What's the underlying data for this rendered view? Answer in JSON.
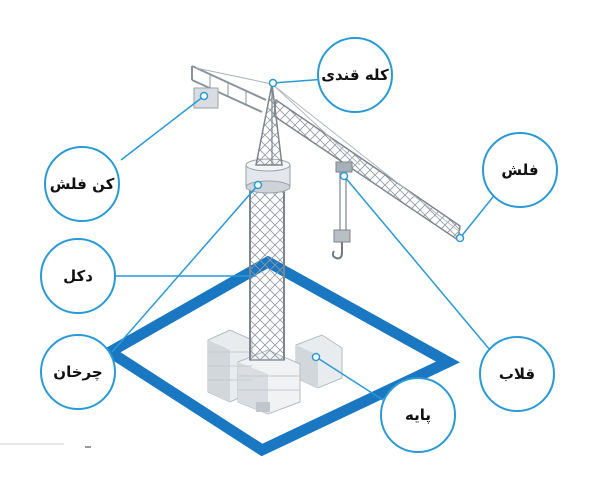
{
  "diagram": {
    "labels": {
      "kalle_ghandi": "کله قندی",
      "kon_felesh": "کن فلش",
      "felesh": "فلش",
      "dakal": "دکل",
      "charkhan": "چرخان",
      "ghollab": "قلاب",
      "payeh": "پایه"
    },
    "colors": {
      "callout_stroke": "#2a9ad6",
      "frame_blue": "#1a78c2",
      "crane_light": "#eef1f4",
      "crane_mid": "#d7dce1",
      "crane_dark": "#9aa3ab"
    }
  }
}
